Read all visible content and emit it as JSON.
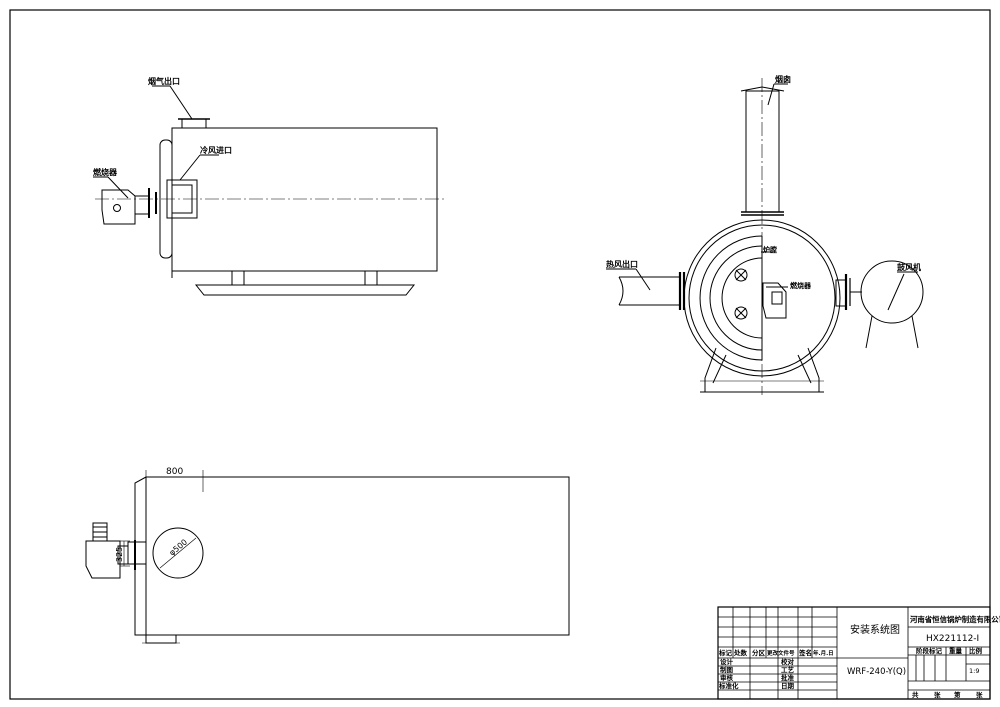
{
  "labels": {
    "flue_outlet": "烟气出口",
    "cold_air_inlet": "冷风进口",
    "burner_side": "燃烧器",
    "chimney": "烟囱",
    "hot_air_outlet": "热风出口",
    "burner_end": "燃烧器",
    "furnace": "炉膛",
    "blower": "鼓风机"
  },
  "dimensions": {
    "width_800": "800",
    "height_325": "325",
    "dia_500": "φ500"
  },
  "title_block": {
    "drawing_title": "安装系统图",
    "company": "河南省恒信锅炉制造有限公司",
    "drawing_no": "HX221112-I",
    "model": "WRF-240-Y(Q)",
    "rev_headers": [
      "标记",
      "处数",
      "分区",
      "更改文件号",
      "签名",
      "年.月.日"
    ],
    "roles": [
      "设计",
      "制图",
      "审核",
      "标准化"
    ],
    "checks": [
      "校对",
      "工艺",
      "批准",
      "日期"
    ],
    "stage_label": "阶段标记",
    "weight_label": "重量",
    "scale_label": "比例",
    "scale_value": "1:9",
    "sheets_total": "共",
    "sheets_unit1": "张",
    "sheets_no": "第",
    "sheets_unit2": "张"
  }
}
